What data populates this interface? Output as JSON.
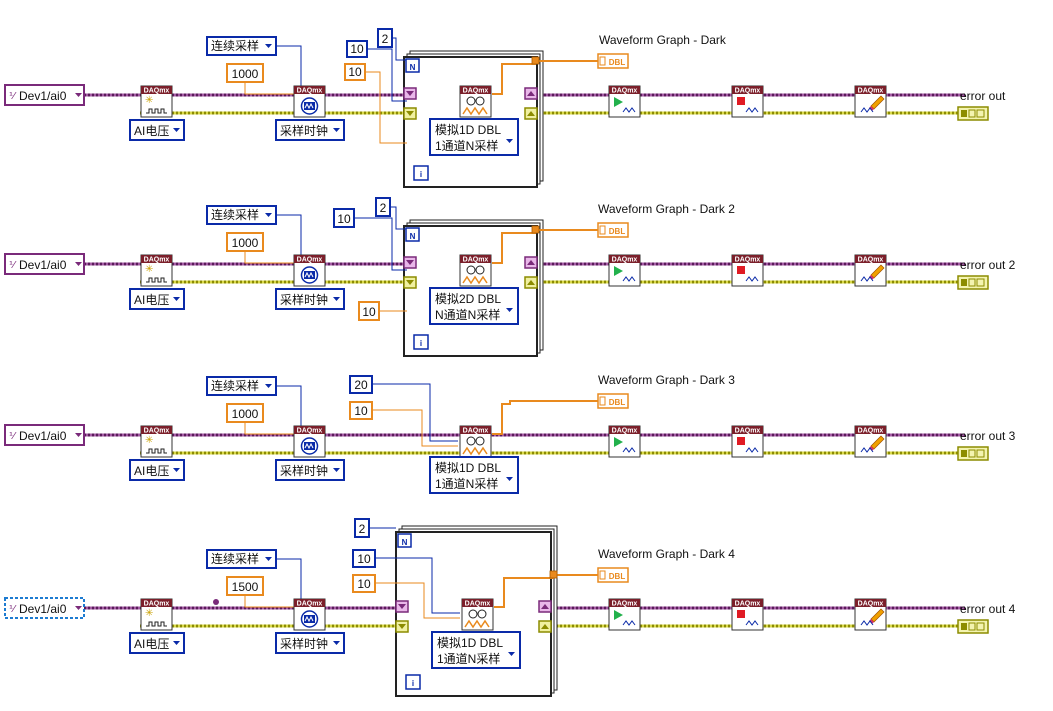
{
  "rows": [
    {
      "channel": "Dev1/ai0",
      "sample_mode": "连续采样",
      "rate": "1000",
      "ai_type": "AI电压",
      "timing": "采样时钟",
      "loop_count": "2",
      "samples": "10",
      "samples2": "10",
      "read_mode_line1": "模拟1D DBL",
      "read_mode_line2": "1通道N采样",
      "graph_title": "Waveform Graph - Dark",
      "error_out": "error out",
      "indicator_type": "DBL",
      "loop_n": "N",
      "loop_i": "i",
      "daq_tag": "DAQmx"
    },
    {
      "channel": "Dev1/ai0",
      "sample_mode": "连续采样",
      "rate": "1000",
      "ai_type": "AI电压",
      "timing": "采样时钟",
      "loop_count": "2",
      "samples": "10",
      "samples2": "10",
      "read_mode_line1": "模拟2D DBL",
      "read_mode_line2": "N通道N采样",
      "graph_title": "Waveform Graph - Dark 2",
      "error_out": "error out 2",
      "indicator_type": "DBL",
      "loop_n": "N",
      "loop_i": "i",
      "daq_tag": "DAQmx"
    },
    {
      "channel": "Dev1/ai0",
      "sample_mode": "连续采样",
      "rate": "1000",
      "ai_type": "AI电压",
      "timing": "采样时钟",
      "samples": "20",
      "samples2": "10",
      "read_mode_line1": "模拟1D DBL",
      "read_mode_line2": "1通道N采样",
      "graph_title": "Waveform Graph - Dark 3",
      "error_out": "error out 3",
      "indicator_type": "DBL",
      "daq_tag": "DAQmx"
    },
    {
      "channel": "Dev1/ai0",
      "sample_mode": "连续采样",
      "rate": "1500",
      "ai_type": "AI电压",
      "timing": "采样时钟",
      "loop_count": "2",
      "samples": "10",
      "samples2": "10",
      "read_mode_line1": "模拟1D DBL",
      "read_mode_line2": "1通道N采样",
      "graph_title": "Waveform Graph - Dark 4",
      "error_out": "error out 4",
      "indicator_type": "DBL",
      "loop_n": "N",
      "loop_i": "i",
      "daq_tag": "DAQmx"
    }
  ],
  "colors": {
    "task_wire": "#7a2a7a",
    "error_wire": "#bdbd00",
    "int_wire": "#0a2aa8",
    "dbl_wire": "#e98a1e",
    "daq_header": "#7b1f2a"
  }
}
